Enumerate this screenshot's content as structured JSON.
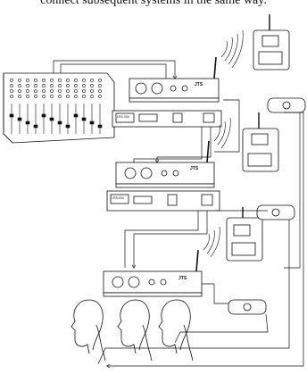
{
  "caption": "connect subsequent systems in the same way.",
  "brand": "JTS",
  "receiver_model": "LRS-000",
  "colors": {
    "line": "#111111",
    "panel": "#ffffff",
    "faint": "#777777"
  }
}
